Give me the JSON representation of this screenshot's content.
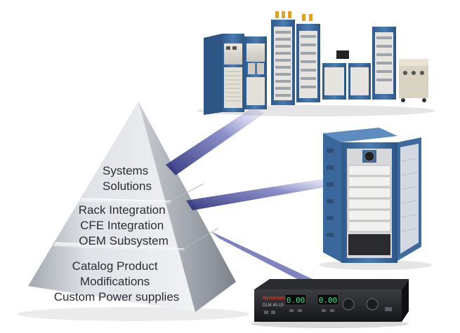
{
  "pyramid": {
    "top": {
      "lines": [
        "Systems",
        "Solutions"
      ]
    },
    "middle": {
      "lines": [
        "Rack Integration",
        "CFE Integration",
        "OEM Subsystem"
      ]
    },
    "bottom": {
      "lines": [
        "Catalog Product",
        "Modifications",
        "Custom Power supplies"
      ]
    }
  },
  "products": {
    "systems": {
      "name": "systems-cabinets-photo"
    },
    "rack": {
      "name": "rack-cabinet-photo"
    },
    "supply": {
      "name": "bench-power-supply-photo",
      "brand": "Sorensen",
      "model": "DLM 40-15",
      "voltage_display": "0.00",
      "current_display": "0.00"
    }
  },
  "colors": {
    "pyramid_light": "#e4e6ea",
    "pyramid_dark": "#8f949d",
    "cabinet_blue": "#3f6fa3",
    "connector": "#3a3d8e"
  }
}
